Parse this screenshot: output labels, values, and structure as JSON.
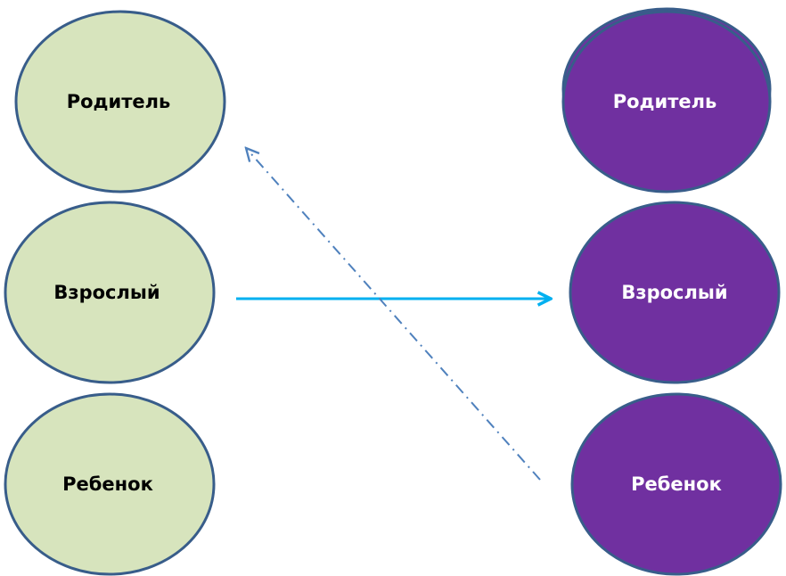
{
  "diagram": {
    "left_column": {
      "fill": "#d7e4bd",
      "stroke": "#385d8a",
      "text_color": "#000000",
      "nodes": [
        {
          "label": "Родитель"
        },
        {
          "label": "Взрослый"
        },
        {
          "label": "Ребенок"
        }
      ]
    },
    "right_column": {
      "fill": "#7030a0",
      "stroke": "#385d8a",
      "text_color": "#ffffff",
      "nodes": [
        {
          "label": "Родитель"
        },
        {
          "label": "Взрослый"
        },
        {
          "label": "Ребенок"
        }
      ]
    },
    "edges": [
      {
        "from": "left.Взрослый",
        "to": "right.Взрослый",
        "style": "solid",
        "color": "#00b0f0"
      },
      {
        "from": "right.Ребенок",
        "to": "left.Родитель",
        "style": "dash-dot",
        "color": "#4f81bd"
      }
    ]
  }
}
